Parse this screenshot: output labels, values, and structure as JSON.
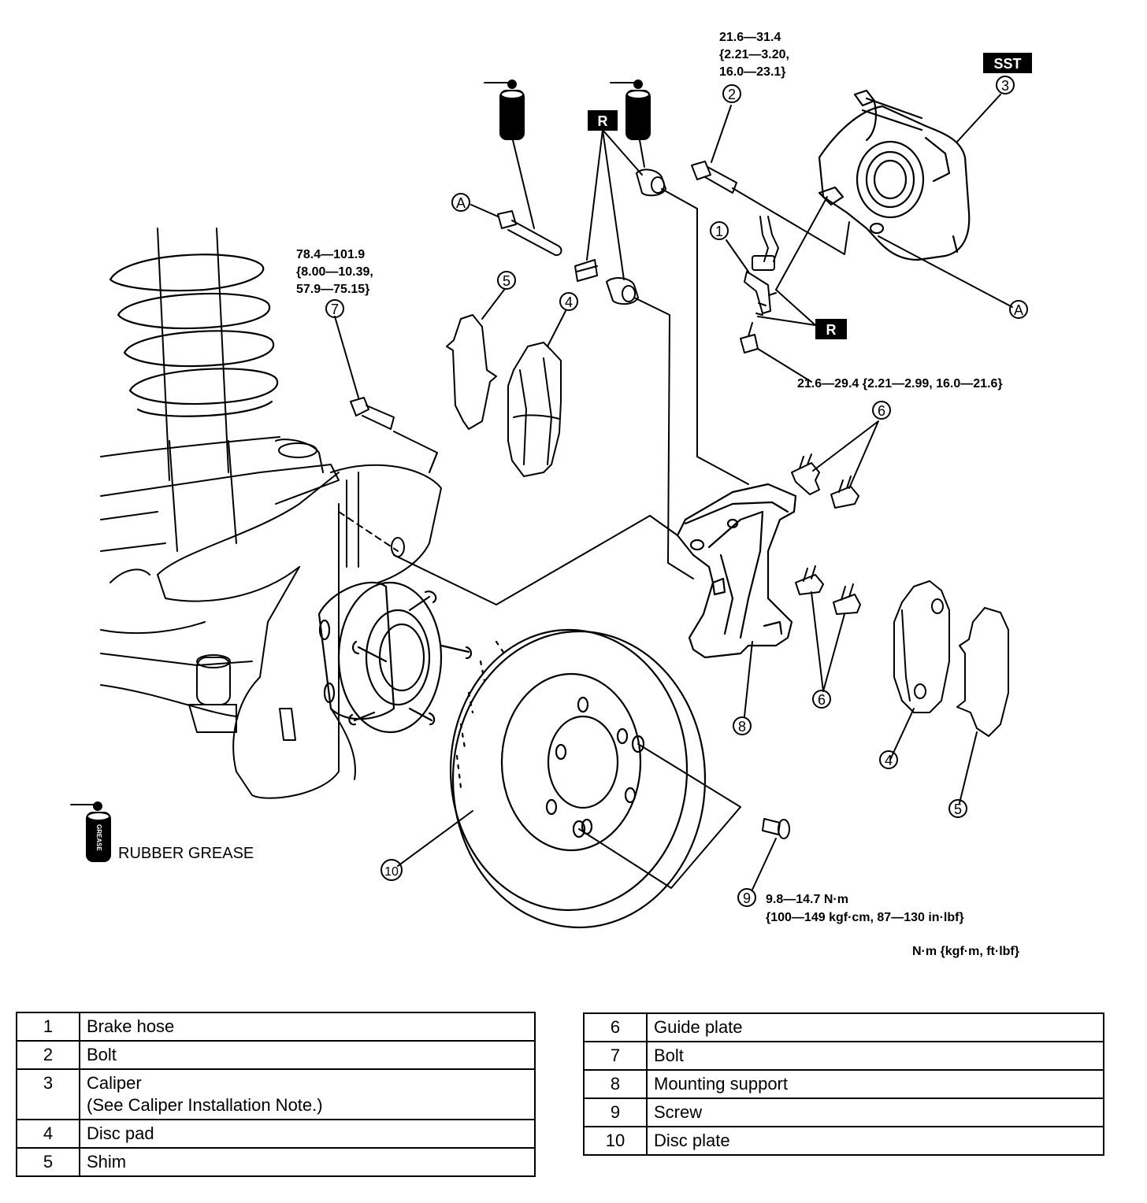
{
  "torque_specs": {
    "bolt2": [
      "21.6—31.4",
      "{2.21—3.20,",
      "16.0—23.1}"
    ],
    "bolt7": [
      "78.4—101.9",
      "{8.00—10.39,",
      "57.9—75.15}"
    ],
    "hose_bolt": "21.6—29.4 {2.21—2.99, 16.0—21.6}",
    "screw9": [
      "9.8—14.7 N·m",
      "{100—149 kgf·cm, 87—130 in·lbf}"
    ]
  },
  "unit_note": "N·m {kgf·m, ft·lbf}",
  "tags": {
    "sst": "SST",
    "replace": "R",
    "ref_a": "A",
    "grease_word": "GREASE"
  },
  "legend": {
    "rubber_grease": "RUBBER GREASE"
  },
  "callouts": {
    "c1": "1",
    "c2": "2",
    "c3": "3",
    "c4": "4",
    "c5": "5",
    "c6": "6",
    "c7": "7",
    "c8": "8",
    "c9": "9",
    "c10": "10"
  },
  "parts_table_left": [
    {
      "num": "1",
      "name": "Brake hose",
      "note": ""
    },
    {
      "num": "2",
      "name": "Bolt",
      "note": ""
    },
    {
      "num": "3",
      "name": "Caliper",
      "note": "(See Caliper Installation Note.)"
    },
    {
      "num": "4",
      "name": "Disc pad",
      "note": ""
    },
    {
      "num": "5",
      "name": "Shim",
      "note": ""
    }
  ],
  "parts_table_right": [
    {
      "num": "6",
      "name": "Guide plate"
    },
    {
      "num": "7",
      "name": "Bolt"
    },
    {
      "num": "8",
      "name": "Mounting support"
    },
    {
      "num": "9",
      "name": "Screw"
    },
    {
      "num": "10",
      "name": "Disc plate"
    }
  ]
}
